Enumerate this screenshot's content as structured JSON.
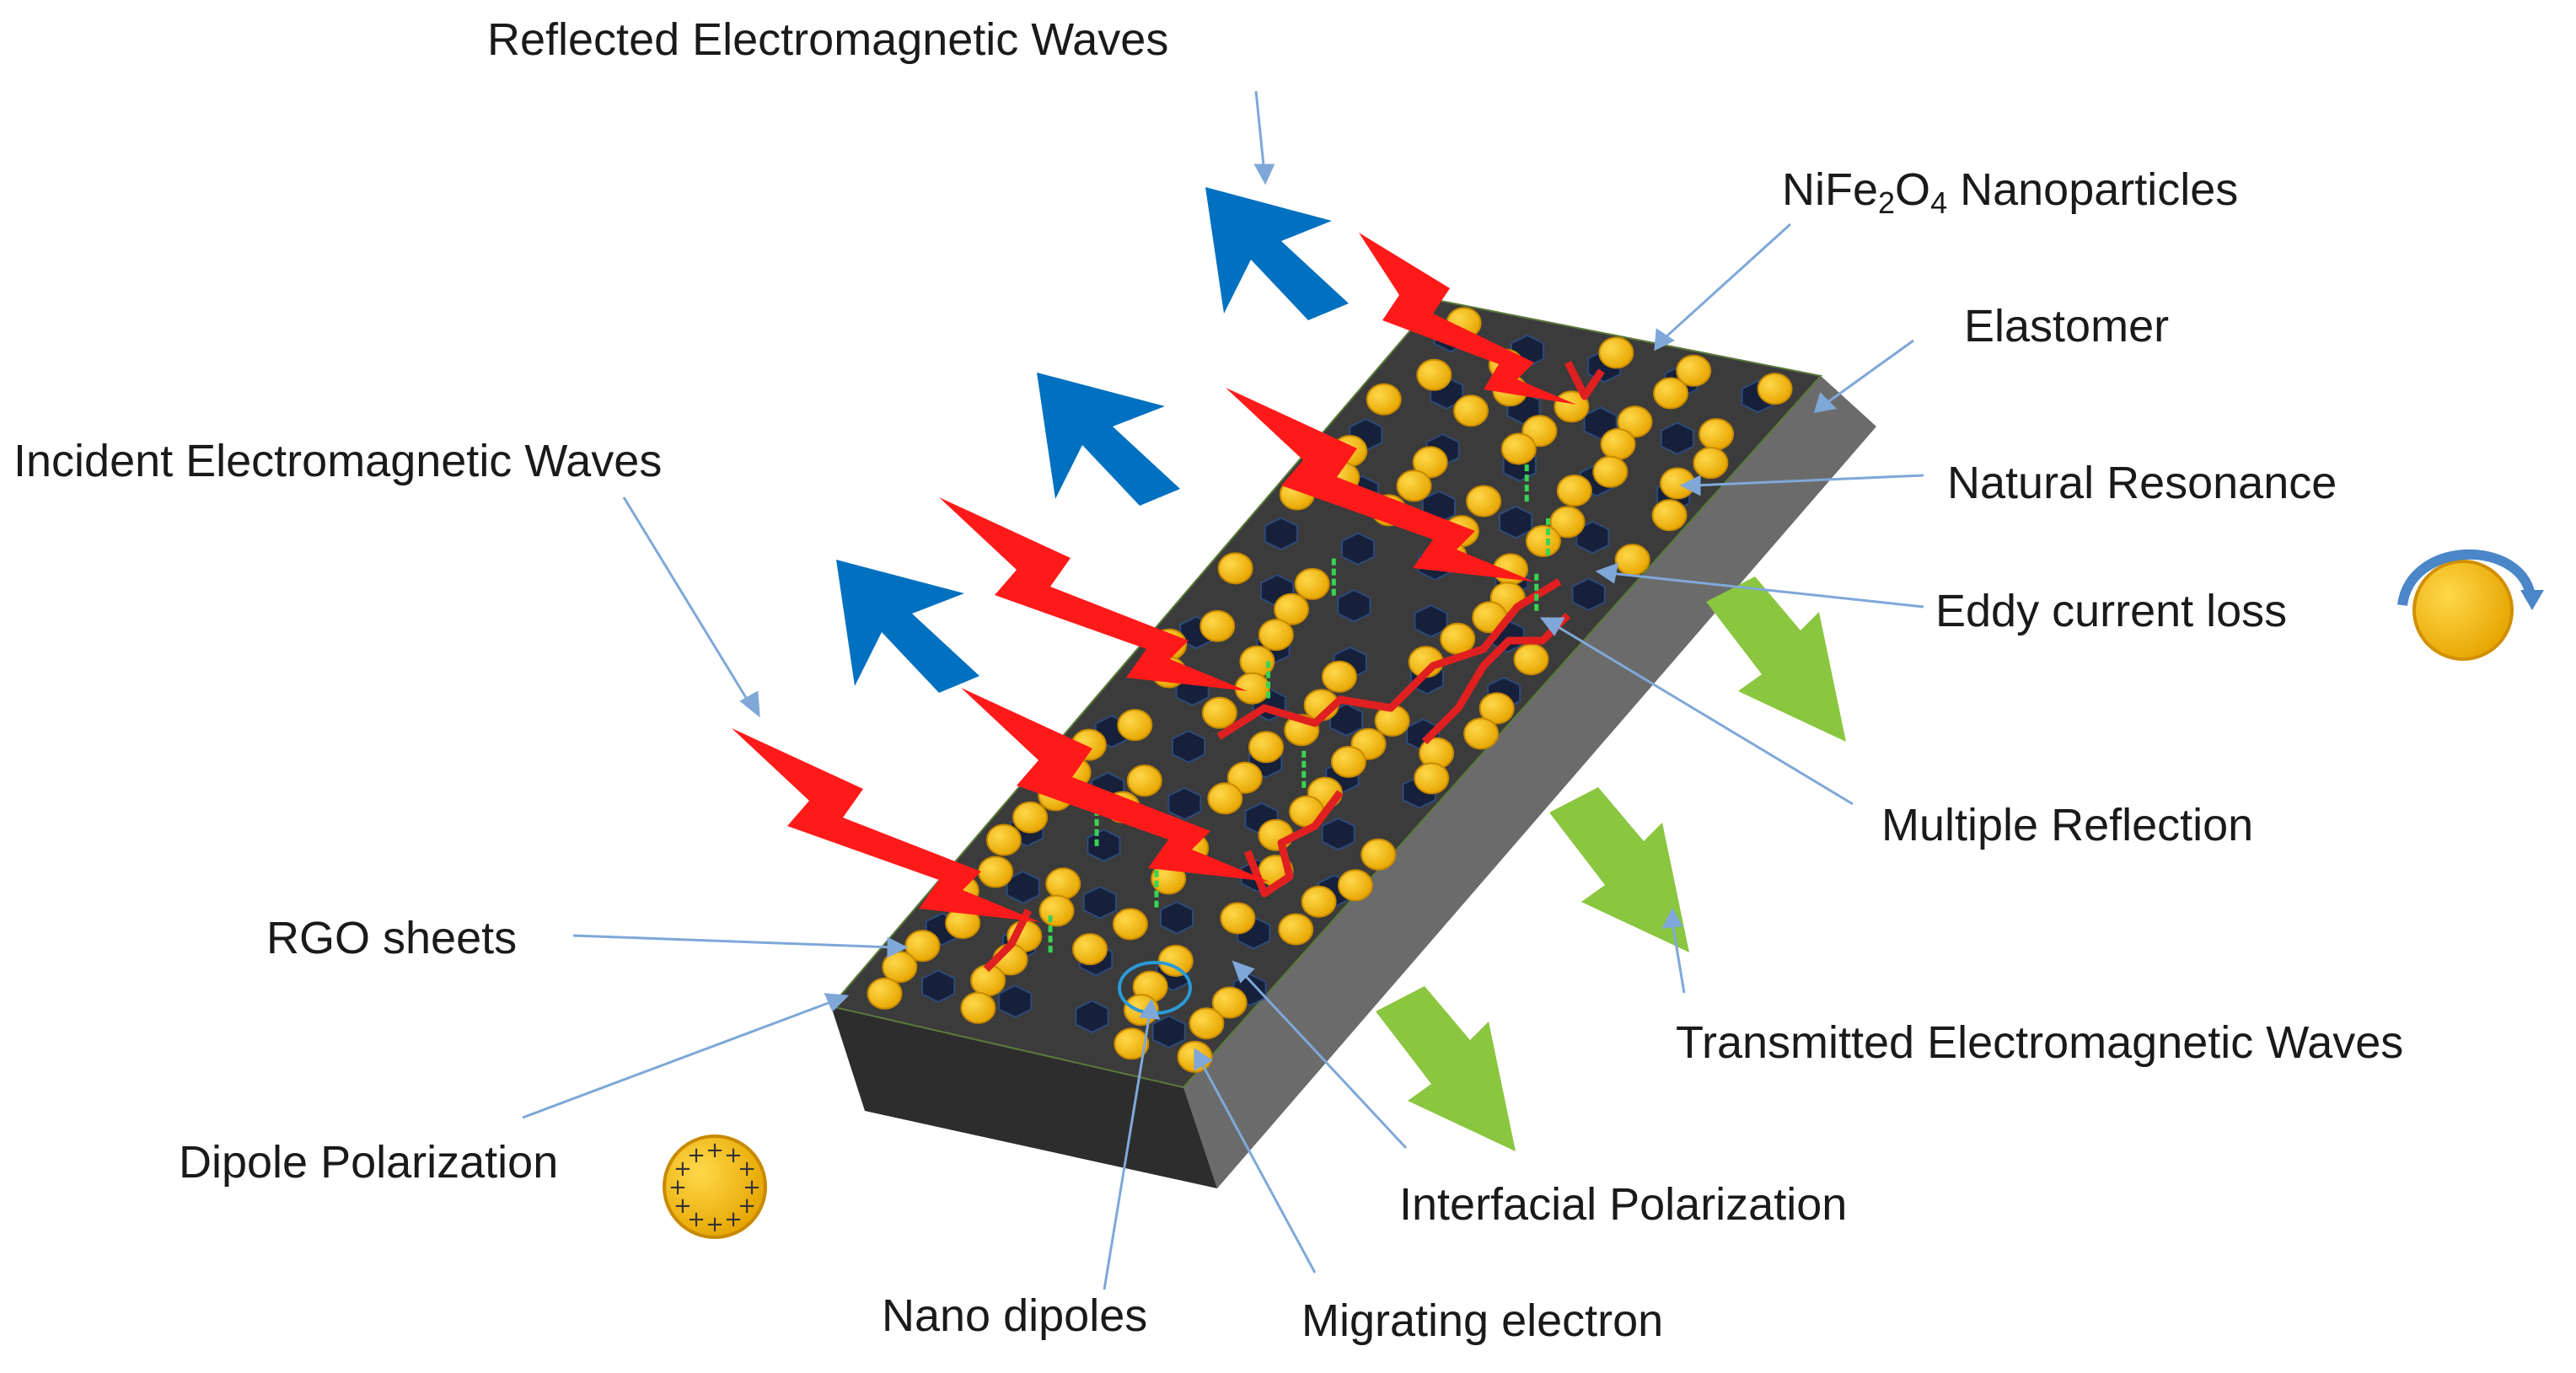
{
  "labels": {
    "reflected": "Reflected Electromagnetic Waves",
    "incident": "Incident Electromagnetic Waves",
    "nife_prefix": "NiFe",
    "nife_sub1": "2",
    "nife_mid": "O",
    "nife_sub2": "4",
    "nife_suffix": " Nanoparticles",
    "elastomer": "Elastomer",
    "natural_resonance": "Natural Resonance",
    "eddy_current": "Eddy current loss",
    "multiple_reflection": "Multiple Reflection",
    "transmitted": "Transmitted Electromagnetic Waves",
    "rgo_sheets": "RGO sheets",
    "dipole_polarization": "Dipole Polarization",
    "interfacial_polarization": "Interfacial Polarization",
    "nano_dipoles": "Nano dipoles",
    "migrating_electron": "Migrating electron",
    "plus_sign": "+"
  },
  "colors": {
    "slab_top": "#3a3a3a",
    "slab_side": "#6b6b6b",
    "slab_front": "#2a2a2a",
    "particle": "#f5b800",
    "hexagon": "#16203a",
    "lightning": "#ff1a1a",
    "reflected_arrow": "#0070c0",
    "transmitted_arrow": "#8ac63f",
    "leader": "#7fa8d8",
    "electron_path": "#e02020",
    "dipole": "#39d353"
  }
}
